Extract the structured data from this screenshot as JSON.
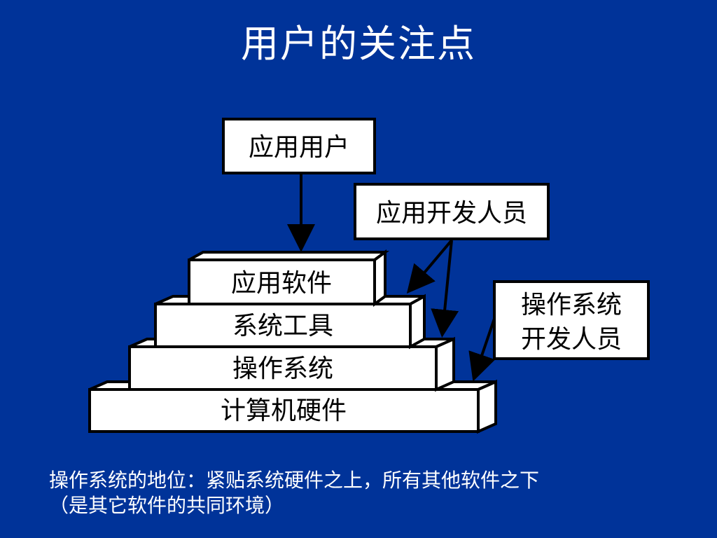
{
  "title": "用户的关注点",
  "boxes": {
    "app_user": "应用用户",
    "app_developer": "应用开发人员",
    "os_developer_line1": "操作系统",
    "os_developer_line2": "开发人员"
  },
  "layers": {
    "application_software": "应用软件",
    "system_tools": "系统工具",
    "operating_system": "操作系统",
    "hardware": "计算机硬件"
  },
  "caption": {
    "line1": "操作系统的地位：紧贴系统硬件之上，所有其他软件之下",
    "line2": "（是其它软件的共同环境）"
  },
  "colors": {
    "background": "#003399",
    "box_fill": "#ffffff",
    "stroke": "#000000",
    "text": "#ffffff"
  }
}
